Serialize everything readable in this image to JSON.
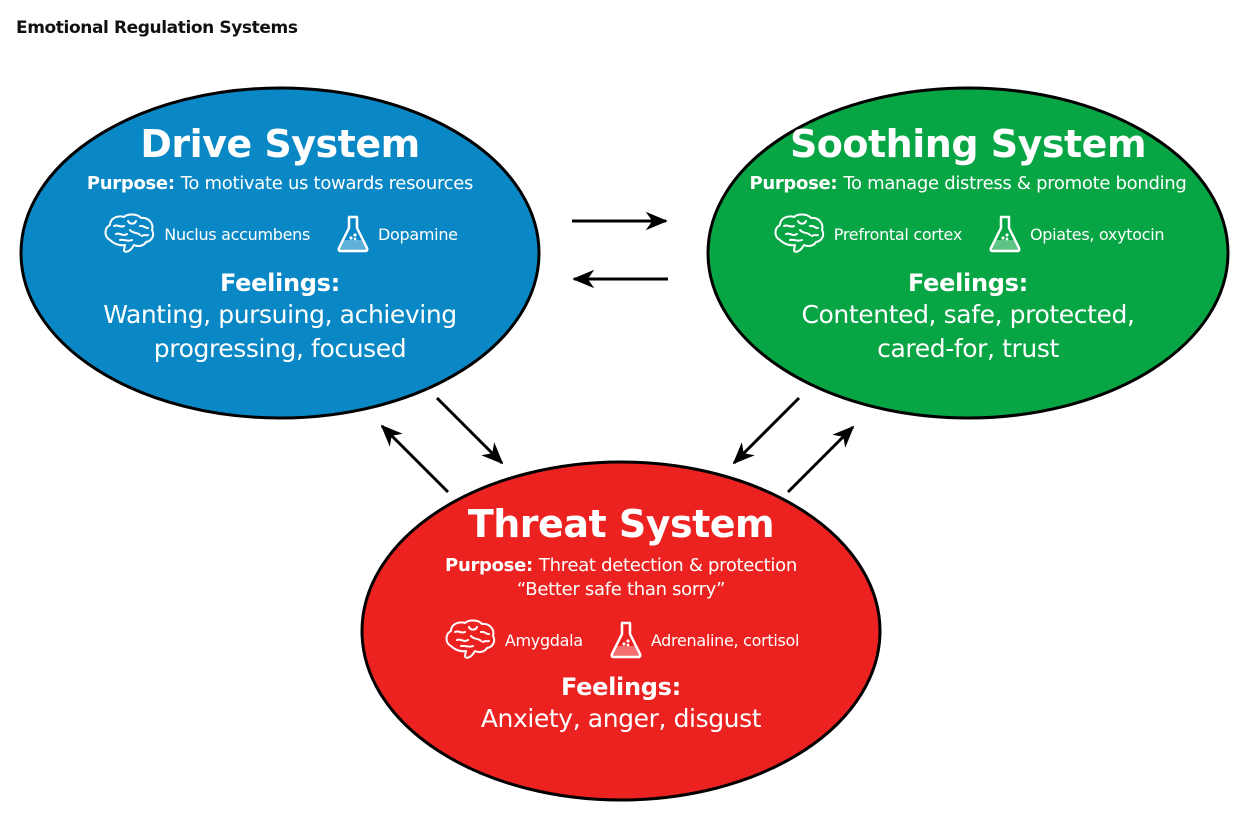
{
  "title": "Emotional Regulation Systems",
  "colors": {
    "drive": "#0a88c6",
    "soothing": "#07a544",
    "threat": "#ec2220",
    "outline": "#000000",
    "text": "#ffffff"
  },
  "systems": {
    "drive": {
      "name": "Drive System",
      "purpose_label": "Purpose:",
      "purpose": "To motivate us towards resources",
      "purpose_line2": "",
      "brain_icon": "brain-icon",
      "brain_region": "Nuclus accumbens",
      "chemical_icon": "flask-icon",
      "chemical": "Dopamine",
      "feelings_label": "Feelings:",
      "feelings_line1": "Wanting, pursuing, achieving",
      "feelings_line2": "progressing, focused"
    },
    "soothing": {
      "name": "Soothing System",
      "purpose_label": "Purpose:",
      "purpose": "To manage distress & promote bonding",
      "purpose_line2": "",
      "brain_icon": "brain-icon",
      "brain_region": "Prefrontal cortex",
      "chemical_icon": "flask-icon",
      "chemical": "Opiates, oxytocin",
      "feelings_label": "Feelings:",
      "feelings_line1": "Contented, safe, protected,",
      "feelings_line2": "cared-for, trust"
    },
    "threat": {
      "name": "Threat System",
      "purpose_label": "Purpose:",
      "purpose": "Threat detection & protection",
      "purpose_line2": "“Better safe than sorry”",
      "brain_icon": "brain-icon",
      "brain_region": "Amygdala",
      "chemical_icon": "flask-icon",
      "chemical": "Adrenaline, cortisol",
      "feelings_label": "Feelings:",
      "feelings_line1": "Anxiety, anger, disgust",
      "feelings_line2": ""
    }
  },
  "connections": [
    {
      "from": "drive",
      "to": "soothing"
    },
    {
      "from": "soothing",
      "to": "drive"
    },
    {
      "from": "drive",
      "to": "threat"
    },
    {
      "from": "threat",
      "to": "drive"
    },
    {
      "from": "soothing",
      "to": "threat"
    },
    {
      "from": "threat",
      "to": "soothing"
    }
  ]
}
